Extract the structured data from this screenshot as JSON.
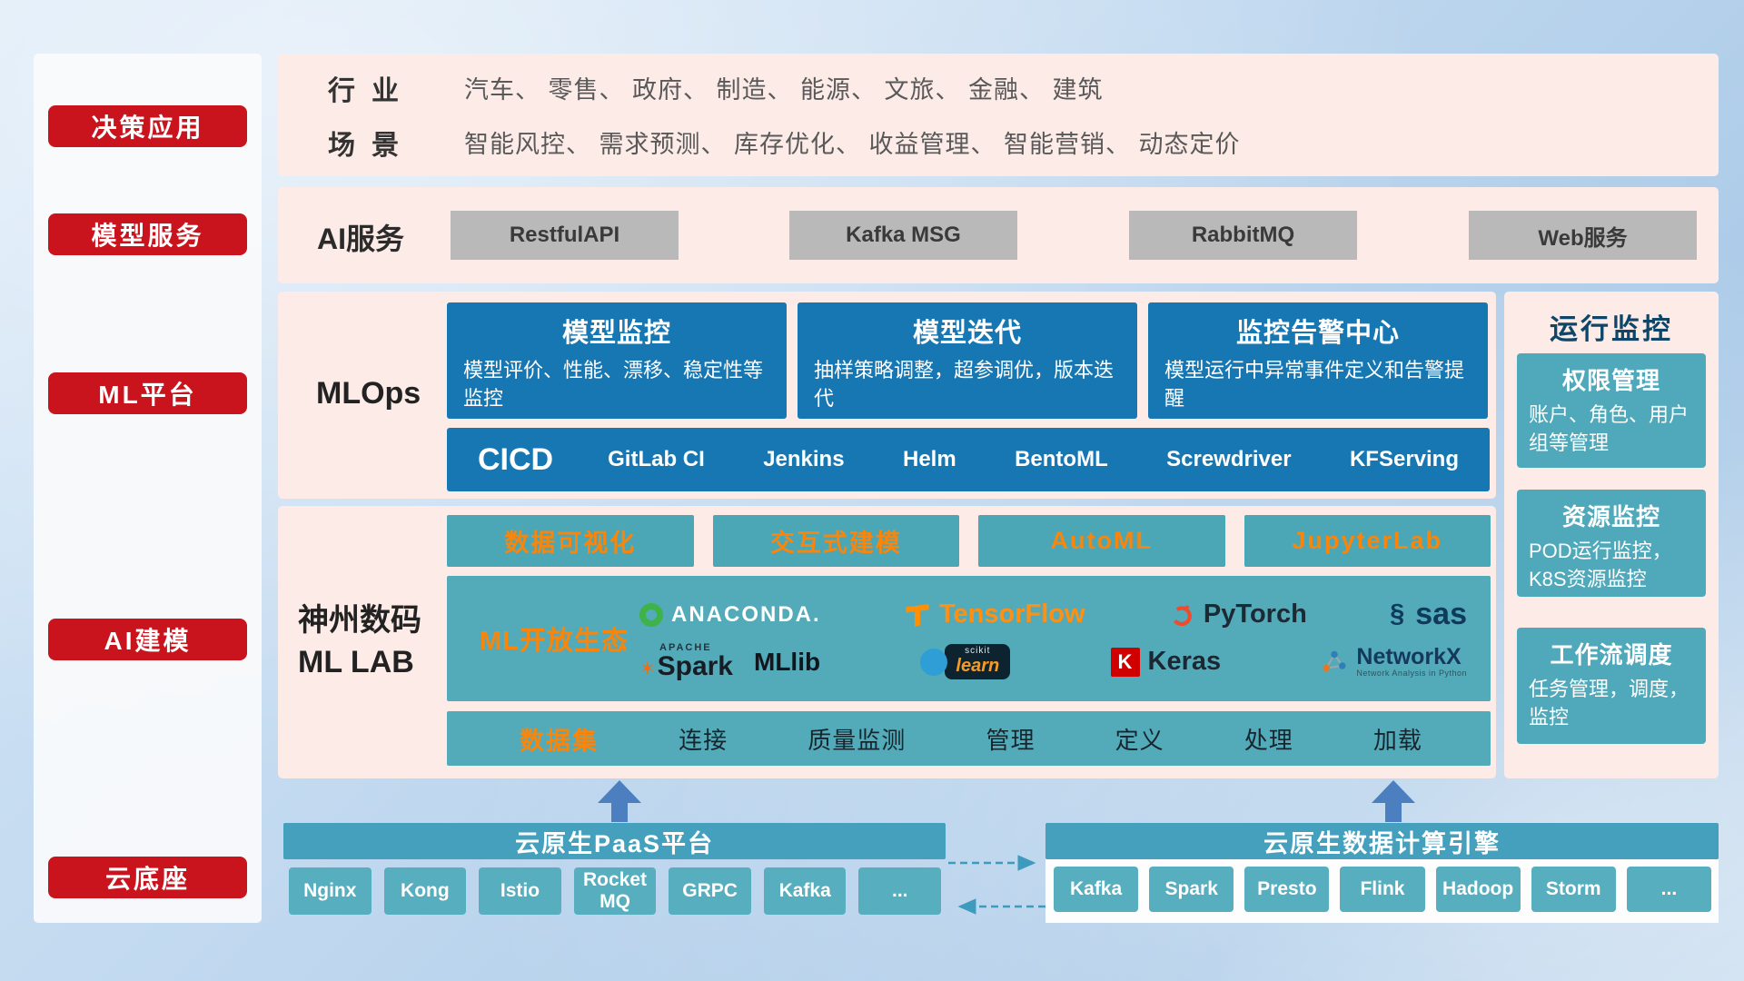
{
  "colors": {
    "accent_red": "#c9141e",
    "panel_pink": "#fcebe7",
    "primary_blue": "#1677b3",
    "teal": "#53abb9",
    "accent_orange": "#f8860d",
    "header_teal": "#45a0bd",
    "arrow_blue": "#4b7fc0"
  },
  "icons": {
    "spark_star": "✶",
    "sas_swirl": "§"
  },
  "sidebar": {
    "items": [
      {
        "label": "决策应用"
      },
      {
        "label": "模型服务"
      },
      {
        "label": "ML平台"
      },
      {
        "label": "AI建模"
      },
      {
        "label": "云底座"
      }
    ]
  },
  "industry": {
    "rows": [
      {
        "label": "行业",
        "value": "汽车、 零售、 政府、 制造、 能源、 文旅、 金融、 建筑"
      },
      {
        "label": "场景",
        "value": "智能风控、 需求预测、 库存优化、 收益管理、 智能营销、 动态定价"
      }
    ]
  },
  "ai_service": {
    "label": "AI服务",
    "items": [
      {
        "label": "RestfulAPI"
      },
      {
        "label": "Kafka MSG"
      },
      {
        "label": "RabbitMQ"
      },
      {
        "label": "Web服务"
      }
    ]
  },
  "mlops": {
    "label": "MLOps",
    "cards": [
      {
        "title": "模型监控",
        "desc": "模型评价、性能、漂移、稳定性等监控"
      },
      {
        "title": "模型迭代",
        "desc": "抽样策略调整，超参调优，版本迭代"
      },
      {
        "title": "监控告警中心",
        "desc": "模型运行中异常事件定义和告警提醒"
      }
    ],
    "cicd": {
      "label": "CICD",
      "items": [
        {
          "label": "GitLab CI"
        },
        {
          "label": "Jenkins"
        },
        {
          "label": "Helm"
        },
        {
          "label": "BentoML"
        },
        {
          "label": "Screwdriver"
        },
        {
          "label": "KFServing"
        }
      ]
    }
  },
  "mllab": {
    "label_line1": "神州数码",
    "label_line2": "ML LAB",
    "tools": [
      {
        "label": "数据可视化"
      },
      {
        "label": "交互式建模"
      },
      {
        "label": "AutoML"
      },
      {
        "label": "JupyterLab"
      }
    ],
    "eco": {
      "label": "ML开放生态",
      "anaconda": "ANACONDA.",
      "tensorflow": "TensorFlow",
      "pytorch": "PyTorch",
      "sas": "sas",
      "apache": "APACHE",
      "spark": "Spark",
      "mllib": "MLlib",
      "scikit": "scikit",
      "learn": "learn",
      "keras_k": "K",
      "keras": "Keras",
      "networkx": "NetworkX",
      "networkx_tag": "Network Analysis in Python"
    },
    "dataset": {
      "label": "数据集",
      "items": [
        {
          "label": "连接"
        },
        {
          "label": "质量监测"
        },
        {
          "label": "管理"
        },
        {
          "label": "定义"
        },
        {
          "label": "处理"
        },
        {
          "label": "加载"
        }
      ]
    }
  },
  "monitor": {
    "title": "运行监控",
    "cards": [
      {
        "title": "权限管理",
        "desc": "账户、角色、用户组等管理"
      },
      {
        "title": "资源监控",
        "desc": "POD运行监控，K8S资源监控"
      },
      {
        "title": "工作流调度",
        "desc": "任务管理，调度，监控"
      }
    ]
  },
  "cloud": {
    "paas": {
      "title": "云原生PaaS平台",
      "items": [
        {
          "label": "Nginx"
        },
        {
          "label": "Kong"
        },
        {
          "label": "Istio"
        },
        {
          "label": "RocketMQ"
        },
        {
          "label": "GRPC"
        },
        {
          "label": "Kafka"
        },
        {
          "label": "..."
        }
      ]
    },
    "engine": {
      "title": "云原生数据计算引擎",
      "items": [
        {
          "label": "Kafka"
        },
        {
          "label": "Spark"
        },
        {
          "label": "Presto"
        },
        {
          "label": "Flink"
        },
        {
          "label": "Hadoop"
        },
        {
          "label": "Storm"
        },
        {
          "label": "..."
        }
      ]
    }
  }
}
